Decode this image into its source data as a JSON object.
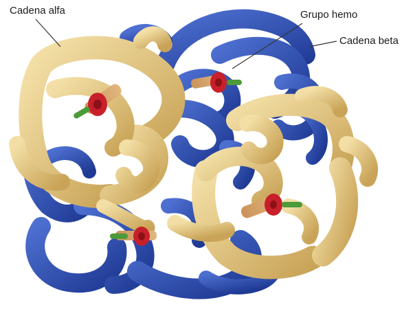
{
  "labels": {
    "alpha_chain": "Cadena alfa",
    "heme_group": "Grupo hemo",
    "beta_chain": "Cadena beta"
  },
  "colors": {
    "alpha_chain": "#e3c57e",
    "beta_chain": "#2f4fb0",
    "heme_disc": "#c8202a",
    "heme_stub": "#4c9a3a"
  }
}
